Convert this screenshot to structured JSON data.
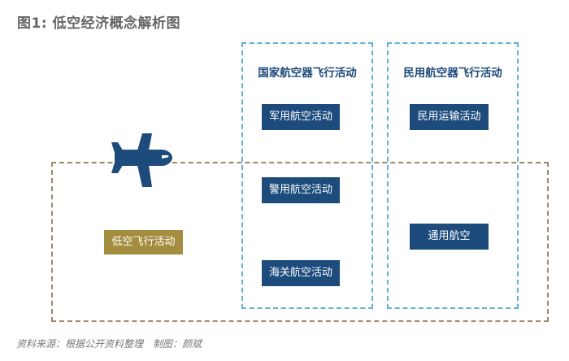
{
  "title": "图1: 低空经济概念解析图",
  "columns": {
    "national": {
      "header": "国家航空器飞行活动",
      "items": [
        "军用航空活动",
        "警用航空活动",
        "海关航空活动"
      ]
    },
    "civil": {
      "header": "民用航空器飞行活动",
      "items": [
        "民用运输活动",
        "通用航空"
      ]
    }
  },
  "low_altitude": {
    "label": "低空飞行活动"
  },
  "footer": {
    "source": "资料来源：根据公开资料整理",
    "author": "制图：颜斌"
  },
  "colors": {
    "node_blue": "#1c4b7c",
    "node_gold": "#a48d3e",
    "dashed_blue": "#5fb0d9",
    "dashed_brown": "#9a8a68",
    "header_text": "#1d4a7a"
  },
  "icons": {
    "plane": "airplane-icon"
  }
}
